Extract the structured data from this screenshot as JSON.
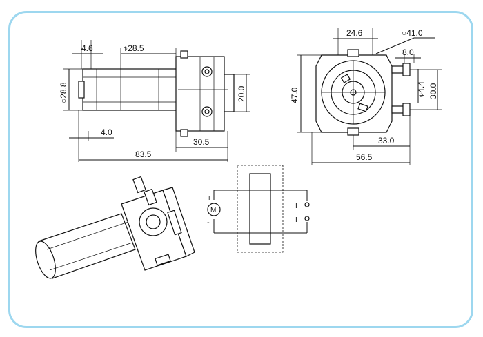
{
  "dimensions": {
    "side_view": {
      "d1": "4.6",
      "d2": "⌽28.5",
      "d3": "⌽28.8",
      "d4": "20.0",
      "d5": "4.0",
      "d6": "30.5",
      "d7": "83.5"
    },
    "front_view": {
      "d1": "24.6",
      "d2": "⌽41.0",
      "d3": "8.0",
      "d4": "47.0",
      "d5": "⌽4.4",
      "d6": "30.0",
      "d7": "33.0",
      "d8": "56.5"
    }
  },
  "schematic": {
    "motor_label": "M",
    "plus": "+",
    "minus": "-",
    "terminal_marks": [
      "I",
      "I"
    ]
  },
  "colors": {
    "frame": "#9dd7ef",
    "ink": "#111111"
  }
}
